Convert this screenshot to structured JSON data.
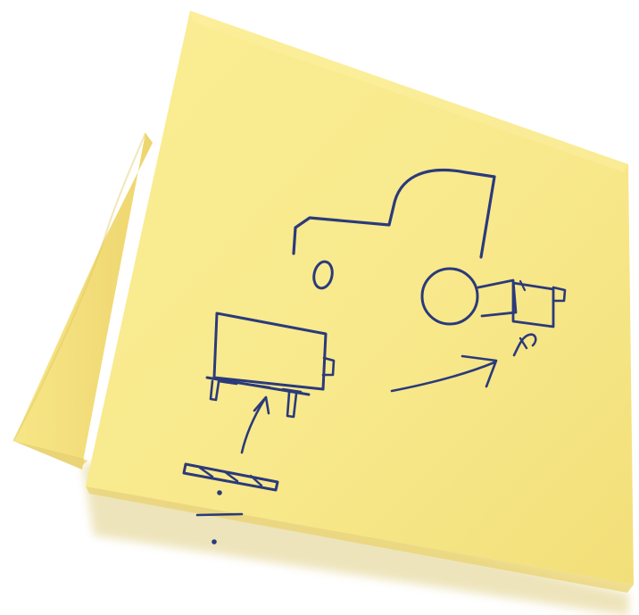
{
  "scene": {
    "subject": "sticky-note-sketch",
    "colors": {
      "background": "#ffffff",
      "note_front": "#f8e98c",
      "note_front_edge": "#f1de78",
      "note_back": "#f6e27f",
      "note_back_shade": "#e9d26a",
      "shadow": "#c7b25a",
      "ink": "#2b3a7a"
    },
    "layers": {
      "back_note": "back-sticky-note",
      "front_note": "front-sticky-note",
      "drawing": "blue-ink-sketch"
    },
    "sketch_items": [
      "truck-outline",
      "truck-window",
      "truck-wheel",
      "rear-attachment",
      "hook-symbol",
      "long-arrow",
      "box-part",
      "small-arrow",
      "bar-part",
      "dot-dash-dot-marks"
    ]
  }
}
